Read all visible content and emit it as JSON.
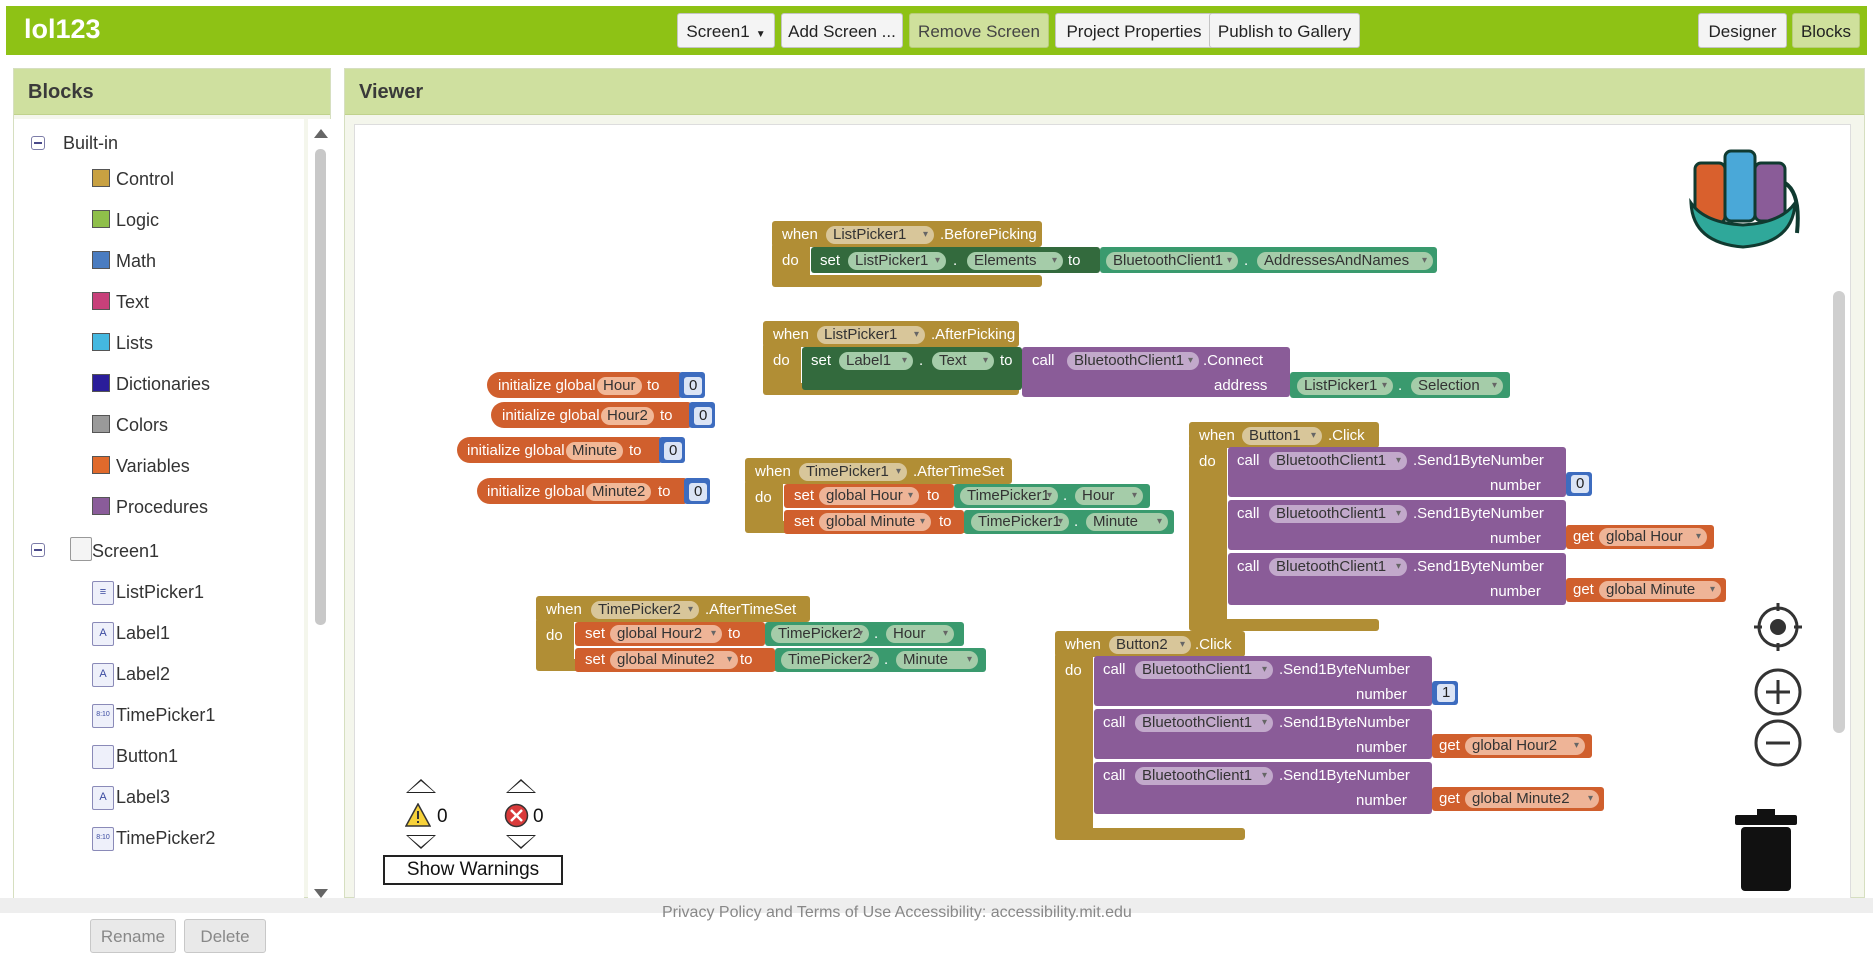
{
  "app": {
    "title": "lol123"
  },
  "toolbar": {
    "screen_select": "Screen1",
    "add_screen": "Add Screen ...",
    "remove_screen": "Remove Screen",
    "project_properties": "Project Properties",
    "publish": "Publish to Gallery",
    "designer": "Designer",
    "blocks": "Blocks"
  },
  "blocks_panel": {
    "title": "Blocks",
    "builtin_label": "Built-in",
    "builtin": [
      {
        "label": "Control",
        "color": "#c8a142"
      },
      {
        "label": "Logic",
        "color": "#8fbf4a"
      },
      {
        "label": "Math",
        "color": "#4a7cc0"
      },
      {
        "label": "Text",
        "color": "#c7407a"
      },
      {
        "label": "Lists",
        "color": "#44b8e0"
      },
      {
        "label": "Dictionaries",
        "color": "#2a1d9a"
      },
      {
        "label": "Colors",
        "color": "#9a9a9a"
      },
      {
        "label": "Variables",
        "color": "#e06a2c"
      },
      {
        "label": "Procedures",
        "color": "#8a5c9a"
      }
    ],
    "screen_label": "Screen1",
    "components": [
      {
        "label": "ListPicker1",
        "icon": "listpicker-icon"
      },
      {
        "label": "Label1",
        "icon": "label-icon"
      },
      {
        "label": "Label2",
        "icon": "label-icon"
      },
      {
        "label": "TimePicker1",
        "icon": "timepicker-icon"
      },
      {
        "label": "Button1",
        "icon": "button-icon"
      },
      {
        "label": "Label3",
        "icon": "label-icon"
      },
      {
        "label": "TimePicker2",
        "icon": "timepicker-icon"
      }
    ],
    "rename": "Rename",
    "delete": "Delete"
  },
  "viewer": {
    "title": "Viewer"
  },
  "workspace": {
    "when": "when",
    "do": "do",
    "set": "set",
    "to": "to",
    "call": "call",
    "get": "get",
    "dot": ".",
    "init_global": "initialize global",
    "lp_before": {
      "component": "ListPicker1",
      "event": ".BeforePicking",
      "set_comp": "ListPicker1",
      "set_prop": "Elements",
      "bt": "BluetoothClient1",
      "bt_prop": "AddressesAndNames"
    },
    "lp_after": {
      "component": "ListPicker1",
      "event": ".AfterPicking",
      "set_comp": "Label1",
      "set_prop": "Text",
      "bt": "BluetoothClient1",
      "method": ".Connect",
      "arg": "address",
      "arg_comp": "ListPicker1",
      "arg_prop": "Selection"
    },
    "globals": [
      {
        "name": "Hour",
        "value": "0"
      },
      {
        "name": "Hour2",
        "value": "0"
      },
      {
        "name": "Minute",
        "value": "0"
      },
      {
        "name": "Minute2",
        "value": "0"
      }
    ],
    "tp1": {
      "component": "TimePicker1",
      "event": ".AfterTimeSet",
      "var1": "global Hour",
      "prop1": "Hour",
      "var2": "global Minute",
      "prop2": "Minute"
    },
    "tp2": {
      "component": "TimePicker2",
      "event": ".AfterTimeSet",
      "var1": "global Hour2",
      "prop1": "Hour",
      "var2": "global Minute2",
      "prop2": "Minute"
    },
    "b1": {
      "component": "Button1",
      "event": ".Click",
      "bt": "BluetoothClient1",
      "method": ".Send1ByteNumber",
      "arg": "number",
      "v1": "0",
      "v2": "global Hour",
      "v3": "global Minute"
    },
    "b2": {
      "component": "Button2",
      "event": ".Click",
      "bt": "BluetoothClient1",
      "method": ".Send1ByteNumber",
      "arg": "number",
      "v1": "1",
      "v2": "global Hour2",
      "v3": "global Minute2"
    }
  },
  "warnings": {
    "warning_count": "0",
    "error_count": "0",
    "show_warnings": "Show Warnings"
  },
  "footer": {
    "text": "Privacy Policy and Terms of Use      Accessibility: accessibility.mit.edu"
  }
}
